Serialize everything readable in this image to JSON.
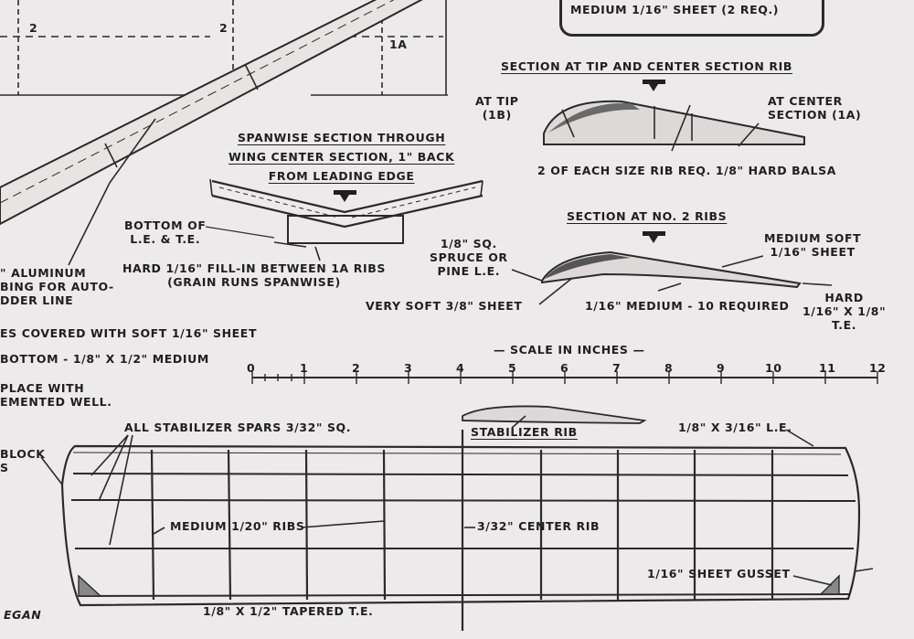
{
  "labels": {
    "sheet2": "MEDIUM 1/16\" SHEET (2 REQ.)",
    "num2a": "2",
    "num2b": "2",
    "num1a": "1A",
    "section_tip_title": "SECTION AT TIP AND CENTER SECTION RIB",
    "at_tip": "AT TIP\n(1B)",
    "at_center": "AT CENTER\nSECTION (1A)",
    "tip_note": "2 OF EACH SIZE RIB REQ. 1/8\" HARD BALSA",
    "spanwise_title": "SPANWISE SECTION THROUGH\nWING CENTER SECTION, 1\" BACK\nFROM LEADING EDGE",
    "bottom_of": "BOTTOM OF\nL.E. & T.E.",
    "fillin": "HARD 1/16\" FILL-IN BETWEEN 1A RIBS\n(GRAIN RUNS SPANWISE)",
    "aluminum": "\" ALUMINUM\nBING FOR AUTO-\nDDER LINE",
    "no2_title": "SECTION AT NO. 2 RIBS",
    "medium_soft": "MEDIUM SOFT\n1/16\" SHEET",
    "spruce": "1/8\" SQ.\nSPRUCE OR\nPINE L.E.",
    "very_soft": "VERY SOFT 3/8\" SHEET",
    "medium10": "1/16\" MEDIUM - 10 REQUIRED",
    "hard_te": "HARD\n1/16\" X 1/8\"\nT.E.",
    "covered": "ES COVERED WITH SOFT 1/16\" SHEET",
    "bottom_med": "BOTTOM - 1/8\" X 1/2\" MEDIUM",
    "place_with": "PLACE WITH\nEMENTED WELL.",
    "scale_title": "— SCALE IN INCHES —",
    "scale_ticks": [
      "0",
      "1",
      "2",
      "3",
      "4",
      "5",
      "6",
      "7",
      "8",
      "9",
      "10",
      "11",
      "12"
    ],
    "stab_spars": "ALL STABILIZER SPARS 3/32\" SQ.",
    "stab_rib": "STABILIZER RIB",
    "le_stab": "1/8\" X 3/16\" L.E.",
    "block": "BLOCK\nS",
    "ribs_med": "MEDIUM 1/20\" RIBS",
    "center_rib": "3/32\" CENTER RIB",
    "gusset": "1/16\" SHEET GUSSET",
    "te_stab": "1/8\" X 1/2\" TAPERED T.E.",
    "egan": "EGAN"
  },
  "colors": {
    "paper": "#eceaeb",
    "ink": "#1f1f1f"
  }
}
